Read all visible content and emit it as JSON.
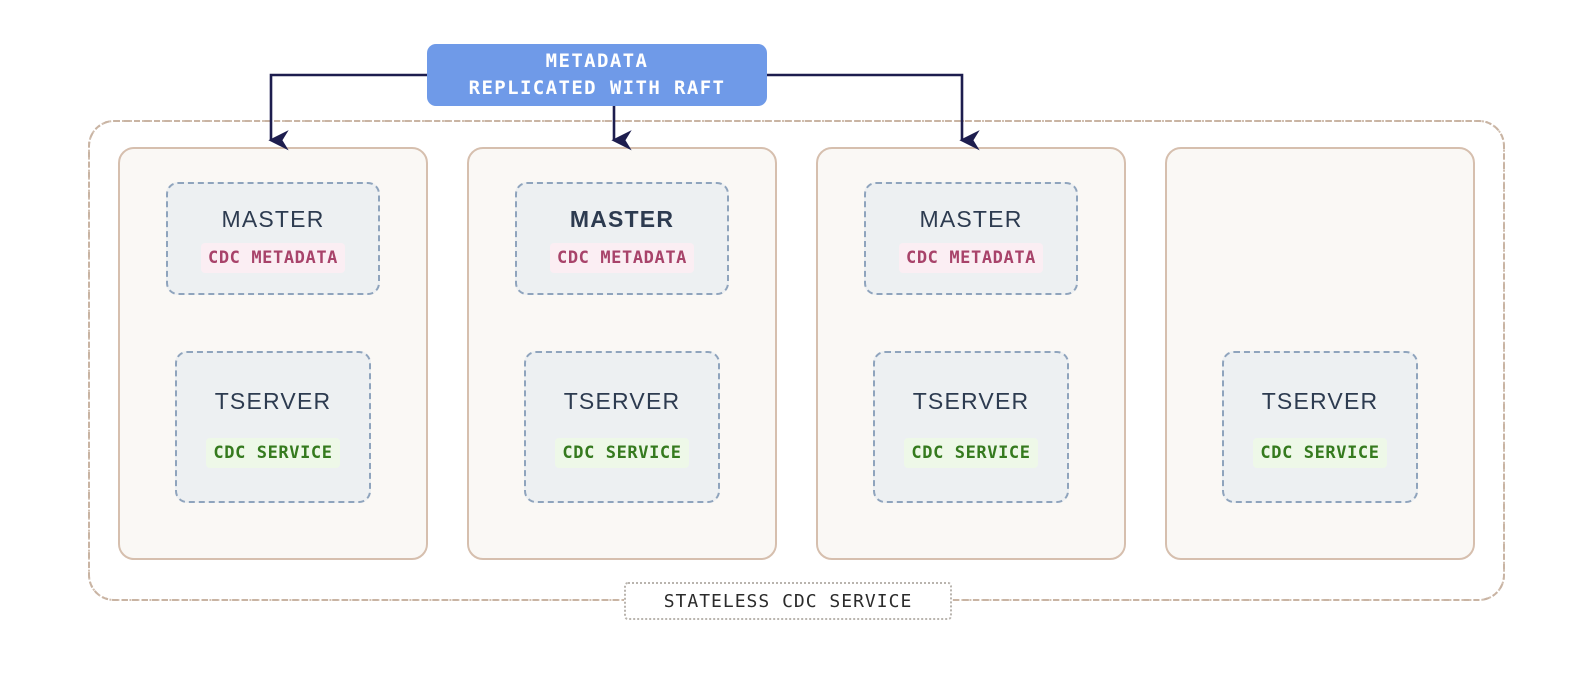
{
  "diagram": {
    "title_banner": {
      "line1": "METADATA",
      "line2": "REPLICATED WITH RAFT",
      "color": "#6f9ae8",
      "text_color": "#ffffff"
    },
    "cluster": {
      "caption": "STATELESS CDC SERVICE",
      "border_color": "#c9b4a3",
      "border_style": "dash-dot"
    },
    "connector": {
      "color": "#1d1d4e",
      "arrow_targets": [
        1,
        2,
        3
      ]
    },
    "palette": {
      "node_border": "#d6bfae",
      "node_fill": "#faf8f5",
      "inner_border": "#8fa4bd",
      "inner_fill": "#edf0f2",
      "metadata_badge_text": "#a8436a",
      "metadata_badge_bg": "#fbeef3",
      "service_badge_text": "#357a1e",
      "service_badge_bg": "#eef8e8",
      "role_text": "#2d3b50"
    },
    "nodes": [
      {
        "id": "node-1",
        "has_master": true,
        "master": {
          "label": "MASTER",
          "leader": false,
          "badge": "CDC METADATA"
        },
        "tserver": {
          "label": "TSERVER",
          "badge": "CDC SERVICE"
        }
      },
      {
        "id": "node-2",
        "has_master": true,
        "master": {
          "label": "MASTER",
          "leader": true,
          "badge": "CDC METADATA"
        },
        "tserver": {
          "label": "TSERVER",
          "badge": "CDC SERVICE"
        }
      },
      {
        "id": "node-3",
        "has_master": true,
        "master": {
          "label": "MASTER",
          "leader": false,
          "badge": "CDC METADATA"
        },
        "tserver": {
          "label": "TSERVER",
          "badge": "CDC SERVICE"
        }
      },
      {
        "id": "node-4",
        "has_master": false,
        "master": null,
        "tserver": {
          "label": "TSERVER",
          "badge": "CDC SERVICE"
        }
      }
    ]
  }
}
